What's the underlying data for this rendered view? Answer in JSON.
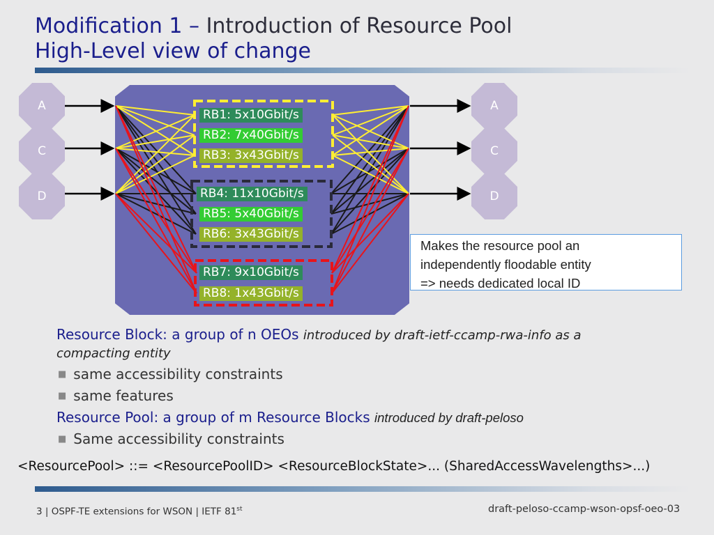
{
  "title": {
    "line1_part1": "Modification 1",
    "line1_dash": " – ",
    "line1_part2": "Introduction of Resource Pool",
    "line2": "High-Level view of change"
  },
  "nodes_left": [
    "A",
    "C",
    "D"
  ],
  "nodes_right": [
    "A",
    "C",
    "D"
  ],
  "resource_blocks": [
    {
      "label": "RB1: 5x10Gbit/s",
      "color": "#2e8b5a"
    },
    {
      "label": "RB2: 7x40Gbit/s",
      "color": "#33cc33"
    },
    {
      "label": "RB3: 3x43Gbit/s",
      "color": "#94b22a"
    },
    {
      "label": "RB4: 11x10Gbit/s",
      "color": "#2e8b5a"
    },
    {
      "label": "RB5: 5x40Gbit/s",
      "color": "#33cc33"
    },
    {
      "label": "RB6: 3x43Gbit/s",
      "color": "#94b22a"
    },
    {
      "label": "RB7: 9x10Gbit/s",
      "color": "#2e8b5a"
    },
    {
      "label": "RB8: 1x43Gbit/s",
      "color": "#94b22a"
    }
  ],
  "group_colors": {
    "group1": "#ffee33",
    "group2": "#1a1a1a",
    "group3": "#e8141b"
  },
  "callout": {
    "line1": "Makes the resource pool an",
    "line2": "independently floodable entity",
    "line3": "=> needs dedicated local ID"
  },
  "body": {
    "rb_def": "Resource Block:  a group of n OEOs",
    "rb_intro_1": "introduced by draft-ietf-ccamp-rwa-info as a",
    "rb_intro_2": "compacting entity",
    "bullet1": "same accessibility constraints",
    "bullet2": "same features",
    "rp_def": "Resource Pool: a group of m Resource Blocks",
    "rp_intro": "introduced by draft-peloso",
    "bullet3": "Same accessibility constraints",
    "grammar": "<ResourcePool> ::= <ResourcePoolID> <ResourceBlockState>... (SharedAccessWavelengths>...)"
  },
  "footer": {
    "left": "3 | OSPF-TE extensions for WSON | IETF 81",
    "left_sup": "st",
    "right": "draft-peloso-ccamp-wson-opsf-oeo-03"
  }
}
